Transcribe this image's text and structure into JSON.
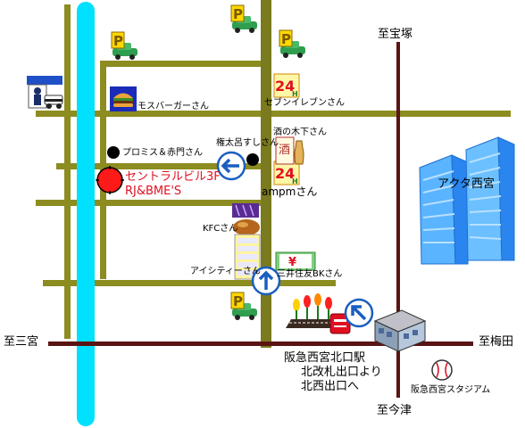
{
  "colors": {
    "road": "#8c8c20",
    "main_road": "#7a7a1e",
    "river": "#00e0ff",
    "railway": "#5a1414",
    "destination": "#ff1a1a",
    "label_red": "#e01020",
    "building_blue": "#1e8ff0",
    "arrow_blue": "#1a5fc0"
  },
  "directions": {
    "takarazuka": "至宝塚",
    "sannomiya": "至三宮",
    "umeda": "至梅田",
    "imazu": "至今津"
  },
  "landmarks": {
    "mos": "モスバーガーさん",
    "seven": "セブンイレブンさん",
    "sake": "酒の木下さん",
    "ampm": "ampmさん",
    "gonta": "権太呂すしさん",
    "promise": "プロミス＆赤門さん",
    "kfc": "KFCさん",
    "icity": "アイシティーさん",
    "smbc": "三井住友BKさん",
    "acta": "アクタ西宮",
    "stadium": "阪急西宮スタジアム"
  },
  "destination": {
    "line1": "セントラルビル3F",
    "line2": "RJ&BME'S"
  },
  "station": {
    "line1": "阪急西宮北口駅",
    "line2": "北改札出口より",
    "line3": "北西出口へ"
  },
  "icons": [
    "police-box-icon",
    "parking-icon",
    "hamburger-icon",
    "24h-store-icon",
    "sake-shop-icon",
    "chicken-icon",
    "fashion-store-icon",
    "bank-icon",
    "flower-bed-icon",
    "post-box-icon",
    "station-building-icon",
    "baseball-icon",
    "skyscraper-icon",
    "direction-arrow-icon"
  ]
}
